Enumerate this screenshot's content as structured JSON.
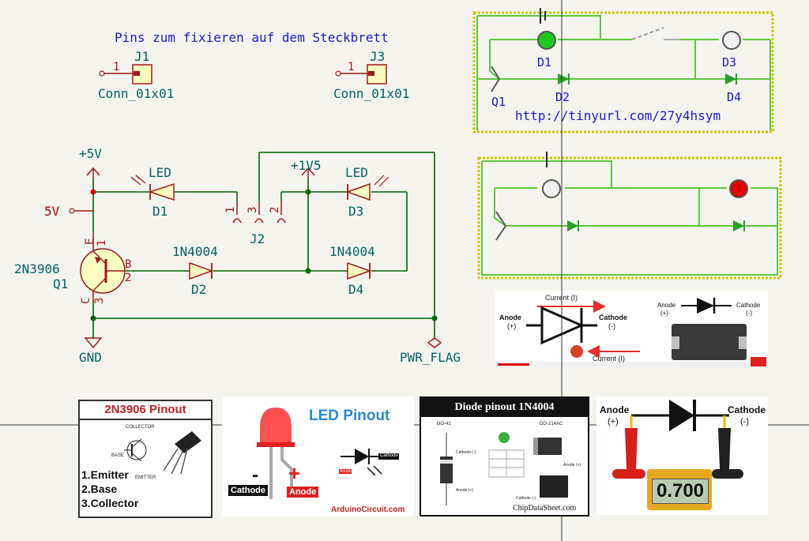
{
  "schematic": {
    "title": "Pins zum fixieren auf dem Steckbrett",
    "j1": {
      "ref": "J1",
      "value": "Conn_01x01",
      "pin": "1"
    },
    "j3": {
      "ref": "J3",
      "value": "Conn_01x01",
      "pin": "1"
    },
    "power_5v": "+5V",
    "power_1v5": "+1V5",
    "label_5v": "5V",
    "q1": {
      "value": "2N3906",
      "ref": "Q1",
      "pin_e": "E",
      "pin_b": "B",
      "pin_c": "C",
      "pin1": "1",
      "pin2": "2",
      "pin3": "3"
    },
    "d1": {
      "value": "LED",
      "ref": "D1"
    },
    "d2": {
      "value": "1N4004",
      "ref": "D2"
    },
    "d3": {
      "value": "LED",
      "ref": "D3"
    },
    "d4": {
      "value": "1N4004",
      "ref": "D4"
    },
    "j2": {
      "ref": "J2",
      "pin1": "1",
      "pin2": "2",
      "pin3": "3"
    },
    "gnd": "GND",
    "pwr_flag": "PWR_FLAG"
  },
  "breadboard_top": {
    "labels": [
      "D1",
      "D3",
      "Q1",
      "D2",
      "D4"
    ],
    "url": "http://tinyurl.com/27y4hsym",
    "led_d1_color": "#1ec81e",
    "led_d3_color": "#f0f0f0"
  },
  "breadboard_bottom": {
    "led_left_color": "#f0f0f0",
    "led_right_color": "#e00000"
  },
  "diode_diagram": {
    "current_top": "Current (I)",
    "current_bottom": "Current (I)",
    "anode": "Anode",
    "anode_sign": "(+)",
    "cathode": "Cathode",
    "cathode_sign": "(-)",
    "small_anode": "Anode",
    "small_anode_sign": "(+)",
    "small_cathode": "Cathode",
    "small_cathode_sign": "(-)"
  },
  "pinout_2n3906": {
    "title": "2N3906 Pinout",
    "collector": "COLLECTOR",
    "base": "BASE",
    "emitter": "EMITTER",
    "items": [
      "1.Emitter",
      "2.Base",
      "3.Collector"
    ]
  },
  "led_pinout": {
    "title": "LED Pinout",
    "minus": "-",
    "plus": "+",
    "cathode": "Cathode",
    "anode": "Anode",
    "small_cathode": "Cathode",
    "small_anode": "Anode",
    "credit": "ArduinoCircuit.com"
  },
  "diode_1n4004": {
    "title": "Diode pinout 1N4004",
    "do41": "DO-41",
    "do214": "DO-214AC",
    "cathode": "Cathode (-)",
    "anode": "Anode (+)",
    "anode_r": "Anode (+)",
    "cathode_r": "Cathode (-)",
    "credit": "ChipDataSheet.com"
  },
  "multimeter": {
    "anode": "Anode",
    "anode_sign": "(+)",
    "cathode": "Cathode",
    "cathode_sign": "(-)",
    "reading": "0.700"
  }
}
